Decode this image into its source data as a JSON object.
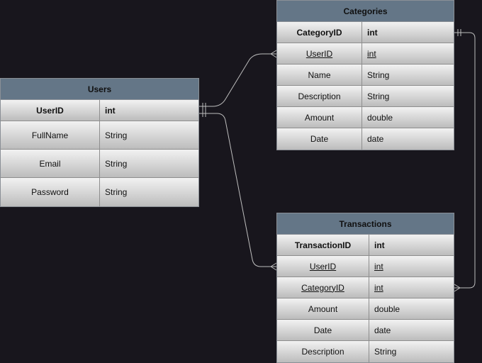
{
  "entities": {
    "users": {
      "title": "Users",
      "rows": [
        {
          "name": "UserID",
          "type": "int"
        },
        {
          "name": "FullName",
          "type": "String"
        },
        {
          "name": "Email",
          "type": "String"
        },
        {
          "name": "Password",
          "type": "String"
        }
      ]
    },
    "categories": {
      "title": "Categories",
      "rows": [
        {
          "name": "CategoryID",
          "type": "int"
        },
        {
          "name": "UserID",
          "type": "int"
        },
        {
          "name": "Name",
          "type": "String"
        },
        {
          "name": "Description",
          "type": "String"
        },
        {
          "name": "Amount",
          "type": "double"
        },
        {
          "name": "Date",
          "type": "date"
        }
      ]
    },
    "transactions": {
      "title": "Transactions",
      "rows": [
        {
          "name": "TransactionID",
          "type": "int"
        },
        {
          "name": "UserID",
          "type": "int"
        },
        {
          "name": "CategoryID",
          "type": "int"
        },
        {
          "name": "Amount",
          "type": "double"
        },
        {
          "name": "Date",
          "type": "date"
        },
        {
          "name": "Description",
          "type": "String"
        }
      ]
    }
  },
  "relationships": [
    {
      "from": "Users.UserID",
      "to": "Categories.UserID",
      "cardinality": "one-to-many"
    },
    {
      "from": "Users.UserID",
      "to": "Transactions.UserID",
      "cardinality": "one-to-many"
    },
    {
      "from": "Categories.CategoryID",
      "to": "Transactions.CategoryID",
      "cardinality": "one-to-many"
    }
  ],
  "colors": {
    "background": "#18161d",
    "header": "#647687",
    "connector": "#bdbdbd"
  }
}
